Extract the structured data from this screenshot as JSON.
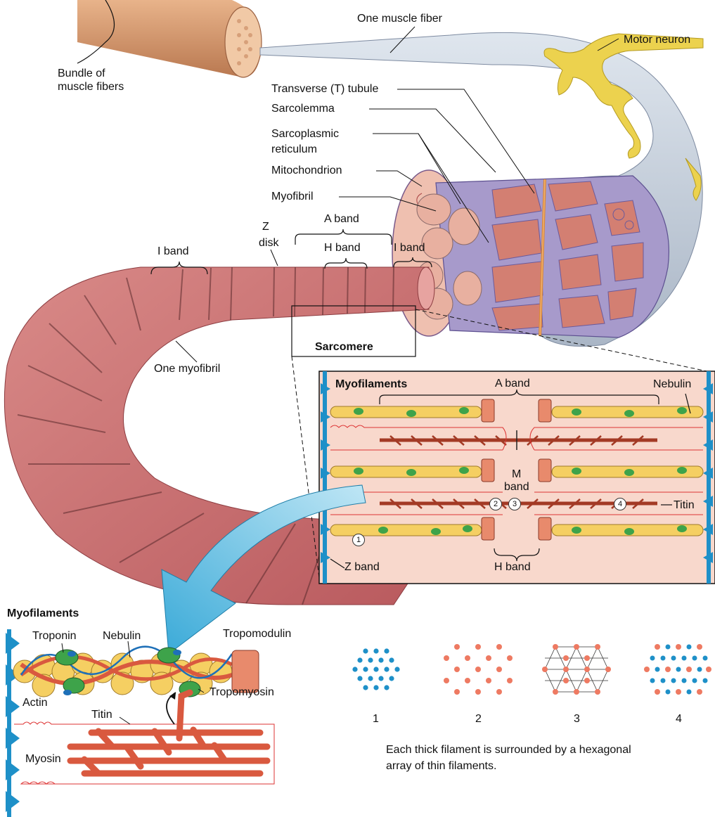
{
  "labels": {
    "one_muscle_fiber": "One muscle fiber",
    "motor_neuron": "Motor neuron",
    "bundle_line1": "Bundle of",
    "bundle_line2": "muscle fibers",
    "t_tubule": "Transverse (T) tubule",
    "sarcolemma": "Sarcolemma",
    "sr_line1": "Sarcoplasmic",
    "sr_line2": "reticulum",
    "mitochondrion": "Mitochondrion",
    "myofibril": "Myofibril",
    "z_line1": "Z",
    "z_line2": "disk",
    "a_band_top": "A band",
    "h_band_top": "H band",
    "i_band_left": "I band",
    "i_band_right": "I band",
    "sarcomere": "Sarcomere",
    "one_myofibril": "One myofibril"
  },
  "inset": {
    "title": "Myofilaments",
    "a_band": "A band",
    "nebulin": "Nebulin",
    "m_line1": "M",
    "m_line2": "band",
    "titin": "Titin",
    "z_band": "Z band",
    "h_band": "H band",
    "markers": [
      "1",
      "2",
      "3",
      "4"
    ]
  },
  "detail": {
    "title": "Myofilaments",
    "troponin": "Troponin",
    "nebulin": "Nebulin",
    "tropomodulin": "Tropomodulin",
    "actin": "Actin",
    "tropomyosin": "Tropomyosin",
    "titin": "Titin",
    "myosin": "Myosin"
  },
  "arrays": {
    "items": [
      "1",
      "2",
      "3",
      "4"
    ],
    "caption_line1": "Each thick filament is surrounded by a hexagonal",
    "caption_line2": "array of thin filaments."
  },
  "colors": {
    "muscle": "#c7686a",
    "fiber": "#c9d3e0",
    "neuron": "#ecd24e",
    "thin": "#f5cf62",
    "thick": "#d9593f",
    "troponin": "#3ea34a",
    "blue": "#1e90c8",
    "inset_bg": "#f8d8cc"
  }
}
